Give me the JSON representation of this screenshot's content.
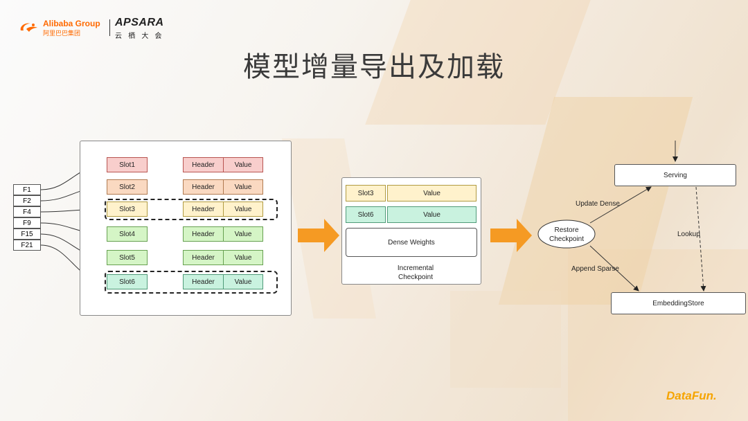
{
  "header": {
    "alibaba_name": "Alibaba Group",
    "alibaba_sub": "阿里巴巴集团",
    "apsara_name": "APSARA",
    "apsara_sub": "云 栖 大 会"
  },
  "title": "模型增量导出及加载",
  "left_diagram": {
    "features": [
      "F1",
      "F2",
      "F4",
      "F9",
      "F15",
      "F21"
    ],
    "slots": [
      {
        "slot": "Slot1",
        "header": "Header",
        "value": "Value"
      },
      {
        "slot": "Slot2",
        "header": "Header",
        "value": "Value"
      },
      {
        "slot": "Slot3",
        "header": "Header",
        "value": "Value"
      },
      {
        "slot": "Slot4",
        "header": "Header",
        "value": "Value"
      },
      {
        "slot": "Slot5",
        "header": "Header",
        "value": "Value"
      },
      {
        "slot": "Slot6",
        "header": "Header",
        "value": "Value"
      }
    ]
  },
  "middle_diagram": {
    "rows": [
      {
        "slot": "Slot3",
        "value": "Value"
      },
      {
        "slot": "Slot6",
        "value": "Value"
      }
    ],
    "dense": "Dense Weights",
    "caption_line1": "Incremental",
    "caption_line2": "Checkpoint"
  },
  "right_diagram": {
    "restore_line1": "Restore",
    "restore_line2": "Checkpoint",
    "serving": "Serving",
    "embedding_store": "EmbeddingStore",
    "update_dense": "Update Dense",
    "append_sparse": "Append Sparse",
    "lookup": "Lookup"
  },
  "footer": {
    "brand": "DataFun."
  },
  "colors": {
    "accent_orange": "#f59a23",
    "slot1": "#f8cecc",
    "slot2": "#fad9c1",
    "slot3": "#fff2cc",
    "slot4": "#d5f5c6",
    "slot5": "#d5f5c6",
    "slot6": "#c9f2df"
  }
}
